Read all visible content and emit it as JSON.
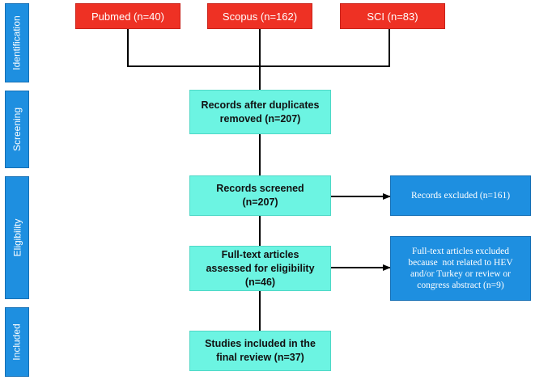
{
  "stages": {
    "identification": "Identification",
    "screening": "Screening",
    "eligibility": "Eligibility",
    "included": "Included"
  },
  "sources": {
    "pubmed": "Pubmed (n=40)",
    "scopus": "Scopus (n=162)",
    "sci": "SCI (n=83)"
  },
  "flow": {
    "duplicates_removed": "Records after duplicates removed (n=207)",
    "screened": "Records screened (n=207)",
    "full_text": "Full-text articles assessed for eligibility (n=46)",
    "included": "Studies included in the final review (n=37)"
  },
  "exclusions": {
    "records_excluded": "Records excluded (n=161)",
    "full_text_excluded": "Full-text articles excluded because  not related to HEV and/or Turkey or review or congress abstract (n=9)"
  },
  "colors": {
    "source_box": "#ee3124",
    "flow_box": "#6cf4e2",
    "stage_label": "#1e8fe0",
    "exclusion_box": "#1e8fe0"
  }
}
